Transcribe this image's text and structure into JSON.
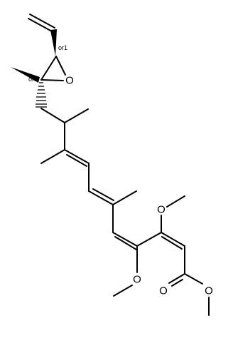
{
  "molecule": {
    "atoms": {
      "epoxide_oxygen": "O",
      "methoxy_oxygen_upper": "O",
      "methoxy_oxygen_lower": "O",
      "carbonyl_oxygen": "O",
      "ester_oxygen": "O"
    },
    "stereo_labels": {
      "upper_center": "or1",
      "quaternary_center": "or1"
    }
  }
}
